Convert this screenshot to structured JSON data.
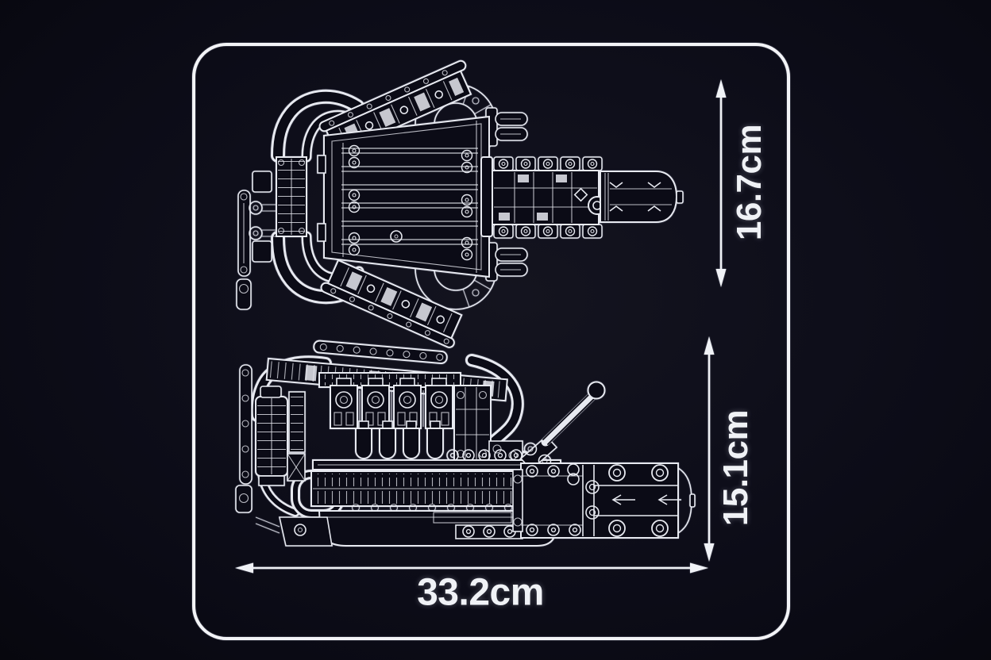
{
  "figure": {
    "subject": "engine-model-blueprint-two-views",
    "dimensions": {
      "top_view_height": "16.7cm",
      "side_view_height": "15.1cm",
      "overall_length": "33.2cm"
    }
  },
  "colors": {
    "background": "#0b0b16",
    "line": "#e7e9f0",
    "frame": "#f3f4f7",
    "text": "#f0f2f6"
  }
}
